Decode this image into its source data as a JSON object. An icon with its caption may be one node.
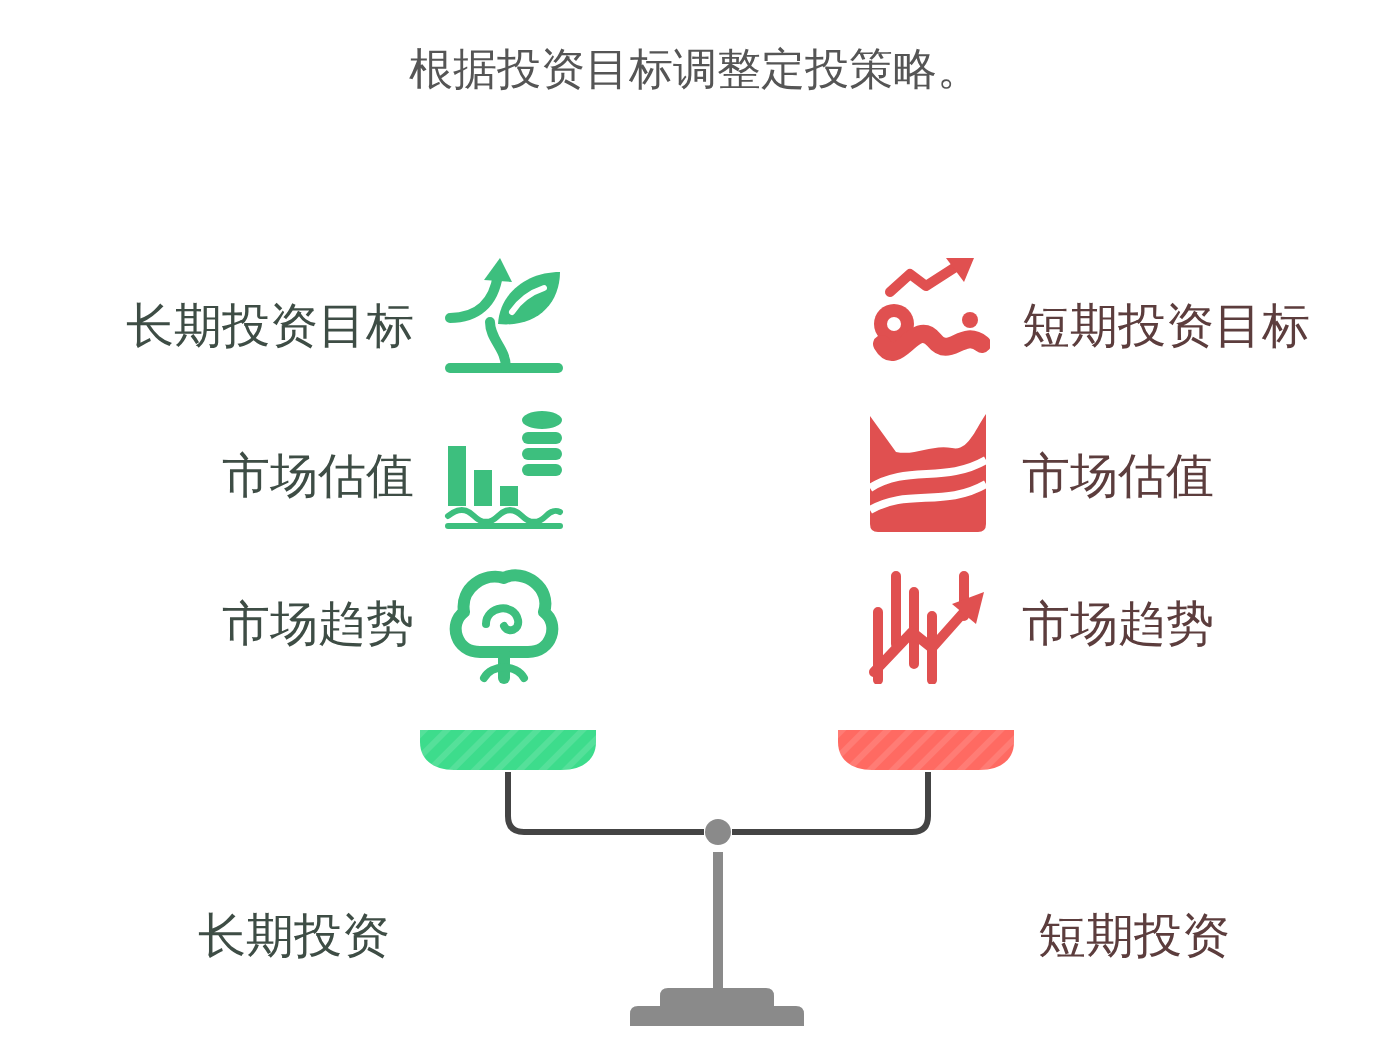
{
  "diagram": {
    "title": "根据投资目标调整定投策略。",
    "labels": [
      "长期投资目标",
      "短期投资目标",
      "市场估值",
      "市场估值",
      "市场趋势",
      "市场趋势",
      "长期投资",
      "短期投资"
    ]
  }
}
